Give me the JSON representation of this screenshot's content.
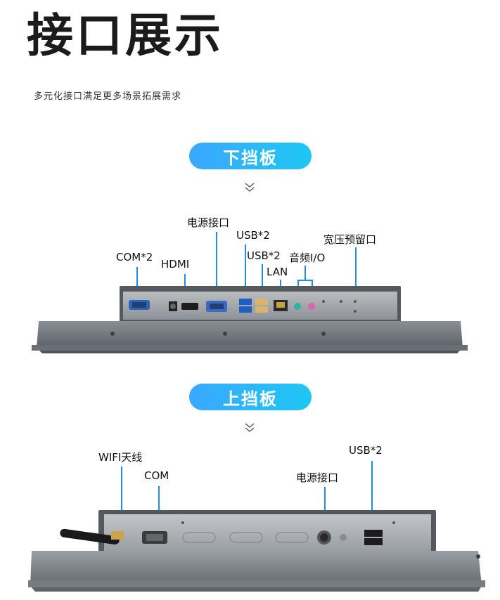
{
  "header": {
    "title": "接口展示",
    "subtitle": "多元化接口满足更多场景拓展需求"
  },
  "bottom_panel": {
    "heading": "下挡板",
    "labels": {
      "com": "COM*2",
      "hdmi": "HDMI",
      "power": "电源接口",
      "usb1": "USB*2",
      "usb2": "USB*2",
      "lan": "LAN",
      "audio": "音频I/O",
      "wide_voltage": "宽压预留口"
    }
  },
  "top_panel": {
    "heading": "上挡板",
    "labels": {
      "wifi": "WIFI天线",
      "com": "COM",
      "power": "电源接口",
      "usb": "USB*2"
    }
  },
  "icons": {
    "chevron": "double-chevron-down-icon"
  },
  "colors": {
    "accent_start": "#3aa8ff",
    "accent_end": "#1ec7f2",
    "leader_line": "#1e8fe3"
  }
}
